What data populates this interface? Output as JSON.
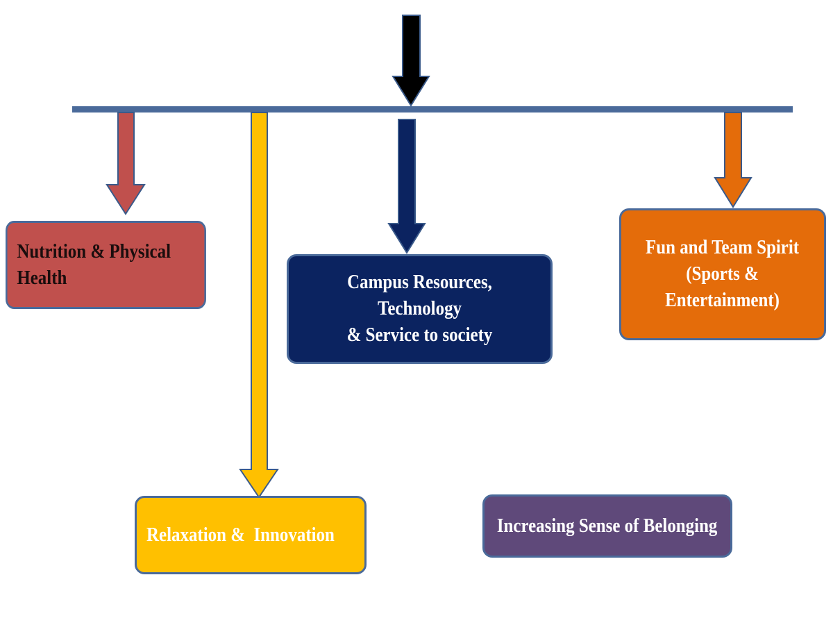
{
  "diagram": {
    "boxes": {
      "nutrition": {
        "label": "Nutrition & Physical Health",
        "color": "#c0504d"
      },
      "campus": {
        "line1": "Campus Resources, Technology",
        "line2": "& Service to society",
        "color": "#0b2360"
      },
      "fun": {
        "line1": "Fun and Team Spirit",
        "line2": "(Sports &",
        "line3": "Entertainment)",
        "color": "#e46c0a"
      },
      "relax": {
        "label": "Relaxation &  Innovation",
        "color": "#ffc000"
      },
      "belonging": {
        "label": "Increasing Sense of Belonging",
        "color": "#5f497a"
      }
    },
    "connector_color": "#4a6a9a",
    "input_arrow_color": "#000000"
  }
}
